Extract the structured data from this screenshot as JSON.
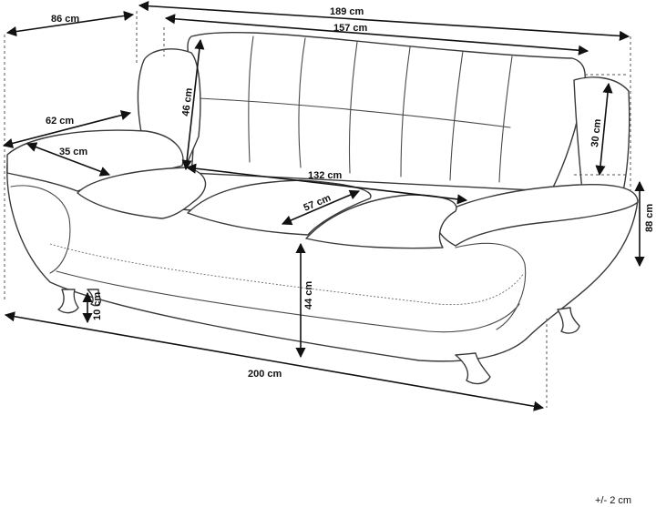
{
  "dimensions": {
    "overall_depth": "86 cm",
    "overall_width_top": "189 cm",
    "backrest_width": "157 cm",
    "backrest_height": "46 cm",
    "armrest_height": "30 cm",
    "armrest_depth": "62 cm",
    "armrest_width": "35 cm",
    "seat_width": "132 cm",
    "seat_depth": "57 cm",
    "overall_height": "88 cm",
    "seat_height": "44 cm",
    "leg_height": "10 cm",
    "overall_length": "200 cm"
  },
  "tolerance": "+/- 2 cm"
}
